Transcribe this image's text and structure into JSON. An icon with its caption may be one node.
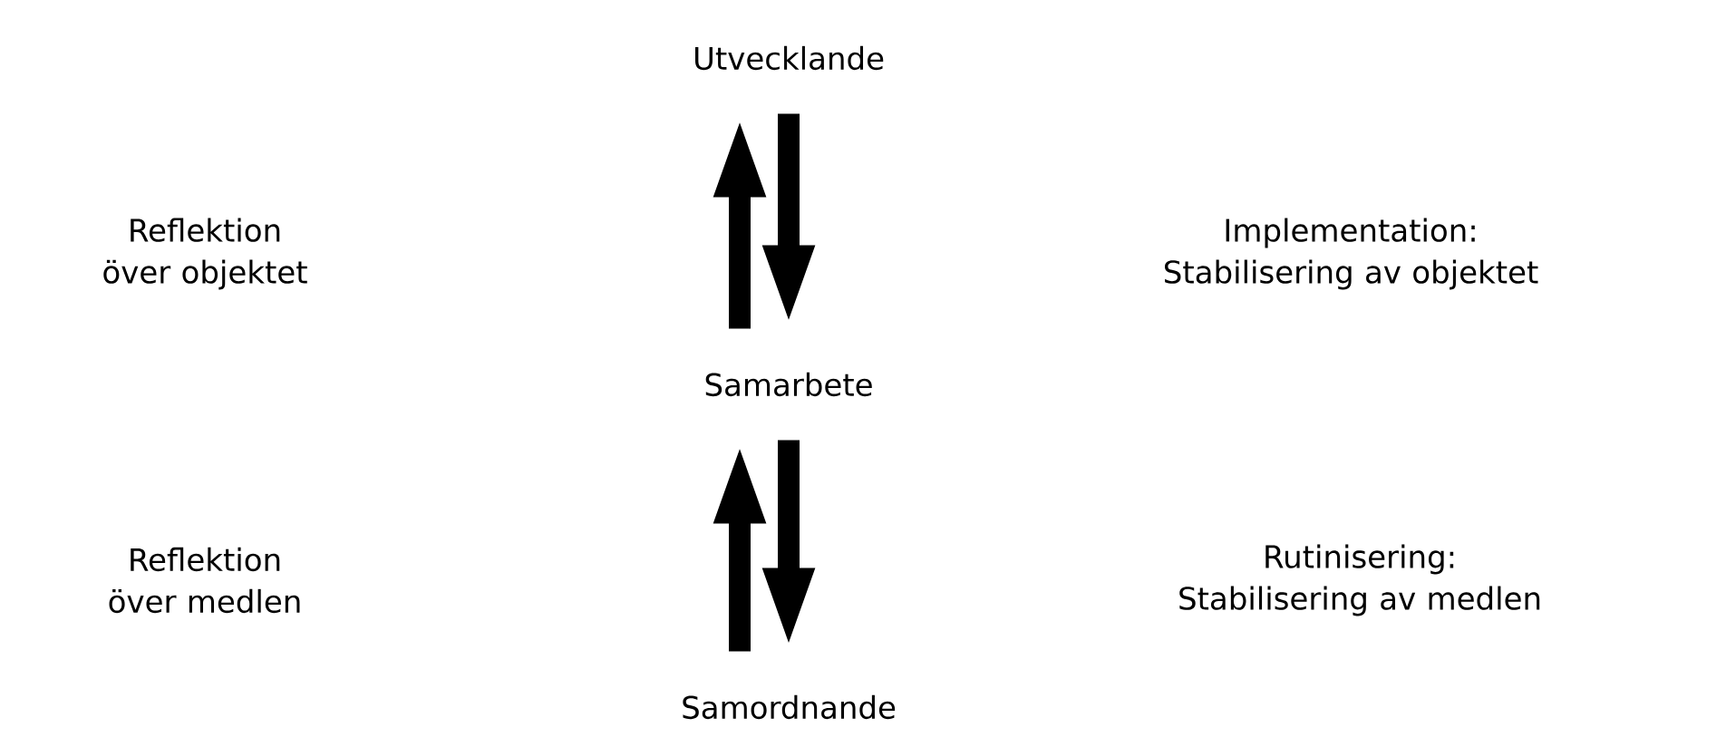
{
  "diagram": {
    "nodes": [
      {
        "text": [
          "Utvecklande"
        ]
      },
      {
        "text": [
          "Samarbete"
        ]
      },
      {
        "text": [
          "Samordnande"
        ]
      }
    ],
    "edges": [
      {
        "from": 1,
        "to": 0,
        "arrow": "to"
      },
      {
        "from": 0,
        "to": 1,
        "arrow": "to"
      },
      {
        "from": 2,
        "to": 1,
        "arrow": "to"
      },
      {
        "from": 1,
        "to": 2,
        "arrow": "to"
      }
    ],
    "labels": [
      "Reflektion över objektet",
      "Implementation: Stabilisering av objektet",
      "Reflektion över medlen",
      "Rutinisering: Stabilisering av medlen"
    ]
  }
}
